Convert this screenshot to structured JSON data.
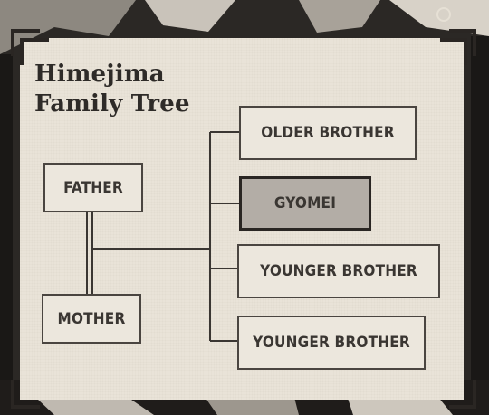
{
  "title": {
    "line1": "Himejima",
    "line2": "Family Tree"
  },
  "nodes": {
    "father": "FATHER",
    "mother": "MOTHER",
    "older_brother": "OLDER BROTHER",
    "gyomei": "GYOMEI",
    "younger_brother_1": "YOUNGER BROTHER",
    "younger_brother_2": "YOUNGER BROTHER"
  },
  "colors": {
    "paper": "#e9e3d8",
    "ink": "#3a3632",
    "highlight": "#b3ada6"
  }
}
